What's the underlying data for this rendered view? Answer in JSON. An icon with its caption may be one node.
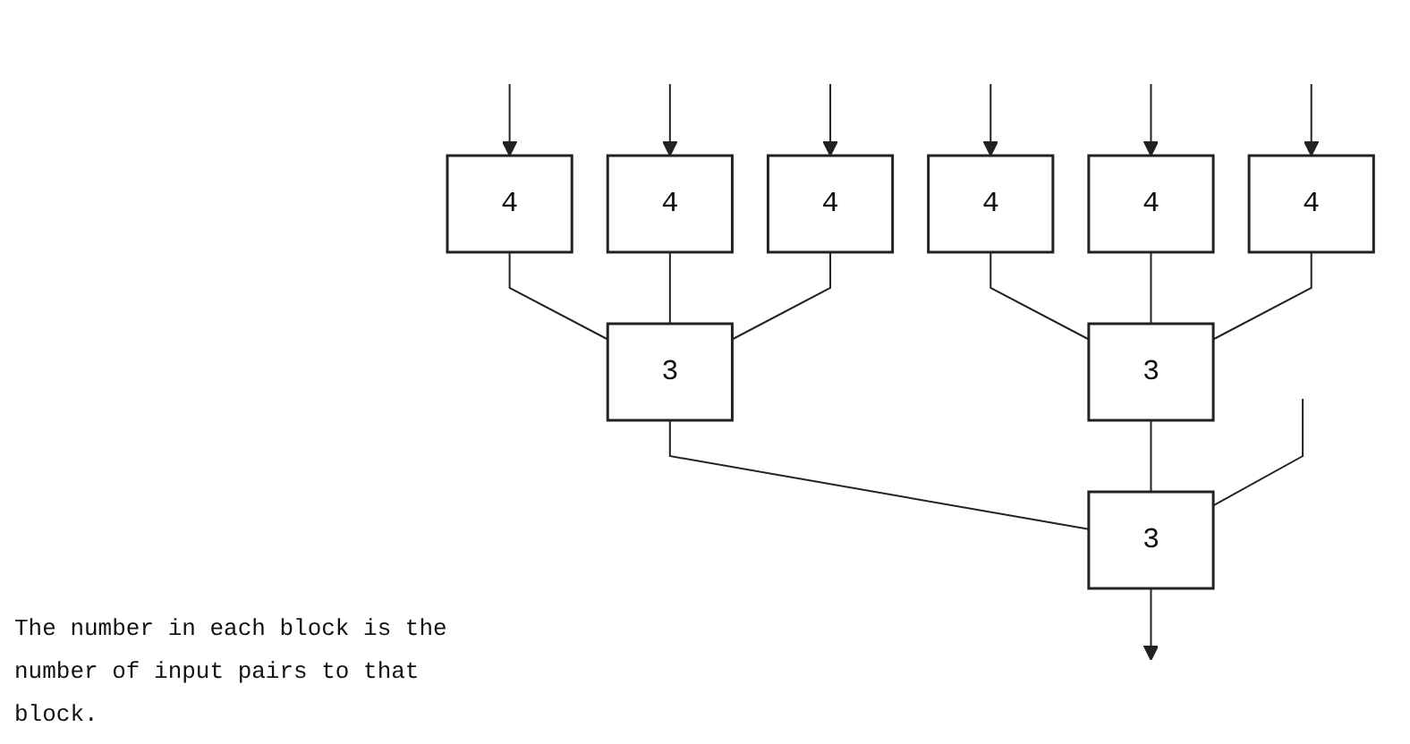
{
  "diagram": {
    "nodes": [
      {
        "text": [
          "4"
        ]
      },
      {
        "text": [
          "4"
        ]
      },
      {
        "text": [
          "4"
        ]
      },
      {
        "text": [
          "4"
        ]
      },
      {
        "text": [
          "4"
        ]
      },
      {
        "text": [
          "4"
        ]
      },
      {
        "text": [
          "3"
        ]
      },
      {
        "text": [
          "3"
        ]
      },
      {
        "text": [
          "3"
        ]
      }
    ],
    "edges": [
      {
        "from": null,
        "to": 0,
        "arrow": "to"
      },
      {
        "from": null,
        "to": 1,
        "arrow": "to"
      },
      {
        "from": null,
        "to": 2,
        "arrow": "to"
      },
      {
        "from": null,
        "to": 3,
        "arrow": "to"
      },
      {
        "from": null,
        "to": 4,
        "arrow": "to"
      },
      {
        "from": null,
        "to": 5,
        "arrow": "to"
      },
      {
        "from": 0,
        "to": 6,
        "arrow": "none"
      },
      {
        "from": 1,
        "to": 6,
        "arrow": "none"
      },
      {
        "from": 2,
        "to": 6,
        "arrow": "none"
      },
      {
        "from": 3,
        "to": 7,
        "arrow": "none"
      },
      {
        "from": 4,
        "to": 7,
        "arrow": "none"
      },
      {
        "from": 5,
        "to": 7,
        "arrow": "none"
      },
      {
        "from": 6,
        "to": 8,
        "arrow": "none"
      },
      {
        "from": 7,
        "to": 8,
        "arrow": "none"
      },
      {
        "from": null,
        "to": 8,
        "arrow": "none"
      },
      {
        "from": 8,
        "to": null,
        "arrow": "to"
      }
    ],
    "labels": [
      "The number in each block is the number of input pairs to that block."
    ]
  }
}
